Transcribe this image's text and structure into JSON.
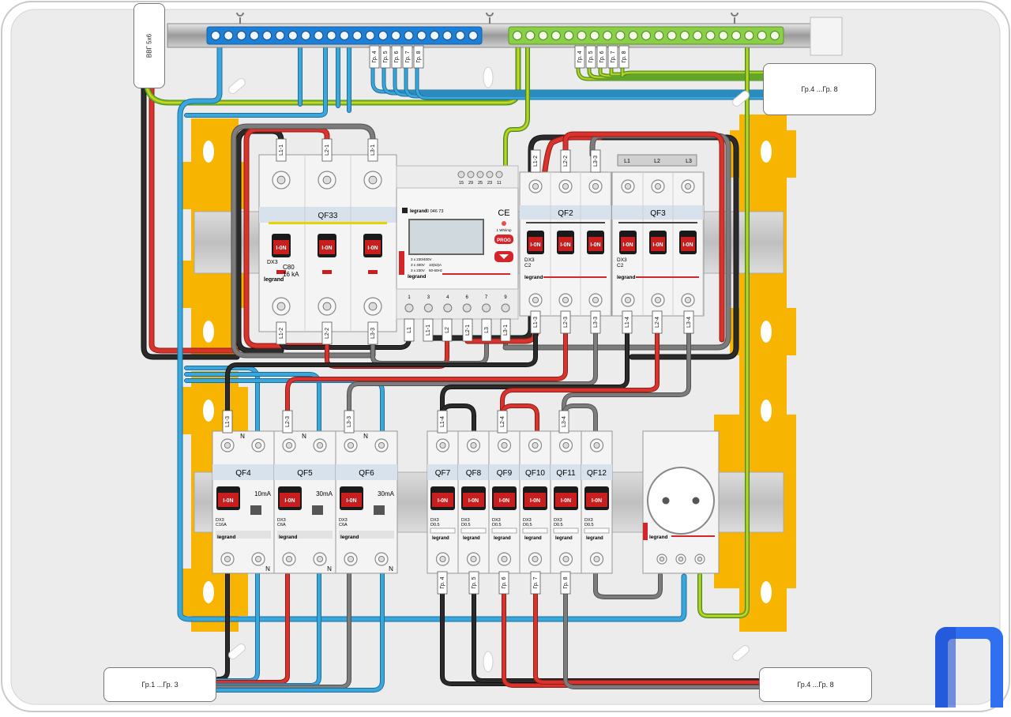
{
  "cable_tag": "ВВГ 5х6",
  "callouts": {
    "top_right": "Гр.4 ...Гр. 8",
    "bottom_left": "Гр.1 ...Гр. 3",
    "bottom_right": "Гр.4 ...Гр. 8"
  },
  "top_wire_tags": [
    "Гр. 4",
    "Гр. 5",
    "Гр. 6",
    "Гр. 7",
    "Гр. 8"
  ],
  "meter": {
    "brand": "legrand",
    "model": "0 046 73",
    "terminals_top": [
      "15",
      "29",
      "25",
      "23",
      "11"
    ],
    "terminals_bottom": [
      "1",
      "3",
      "4",
      "6",
      "7",
      "9"
    ],
    "rate": "1 Wh/imp",
    "prog_label": "PROG",
    "ce": "CE",
    "specs": [
      "3 x 230/400V",
      "3 x 400V",
      "3 x 230V",
      "10(63)A",
      "50-60Hz"
    ]
  },
  "breakers": {
    "qf33": {
      "name": "QF33",
      "line1": "C80",
      "line2": "16 kA",
      "sub": "DX3",
      "brand": "legrand",
      "handle": "I-0N"
    },
    "qf2": {
      "name": "QF2",
      "sub": "DX3",
      "curve": "C2",
      "brand": "legrand",
      "handle": "I-0N"
    },
    "qf3": {
      "name": "QF3",
      "sub": "DX3",
      "curve": "C2",
      "brand": "legrand",
      "handle": "I-0N"
    },
    "rcbo": [
      {
        "name": "QF4",
        "curve": "C16A",
        "ma": "10mA",
        "sub": "DX3",
        "brand": "legrand",
        "handle": "I-0N"
      },
      {
        "name": "QF5",
        "curve": "C6A",
        "ma": "30mA",
        "sub": "DX3",
        "brand": "legrand",
        "handle": "I-0N"
      },
      {
        "name": "QF6",
        "curve": "C6A",
        "ma": "30mA",
        "sub": "DX3",
        "brand": "legrand",
        "handle": "I-0N"
      }
    ],
    "small": [
      {
        "name": "QF7",
        "curve": "D0.5",
        "sub": "DX3",
        "brand": "legrand",
        "handle": "I-0N"
      },
      {
        "name": "QF8",
        "curve": "D0.5",
        "sub": "DX3",
        "brand": "legrand",
        "handle": "I-0N"
      },
      {
        "name": "QF9",
        "curve": "D0.5",
        "sub": "DX3",
        "brand": "legrand",
        "handle": "I-0N"
      },
      {
        "name": "QF10",
        "curve": "D0.5",
        "sub": "DX3",
        "brand": "legrand",
        "handle": "I-0N"
      },
      {
        "name": "QF11",
        "curve": "D0.5",
        "sub": "DX3",
        "brand": "legrand",
        "handle": "I-0N"
      },
      {
        "name": "QF12",
        "curve": "D0.5",
        "sub": "DX3",
        "brand": "legrand",
        "handle": "I-0N"
      }
    ]
  },
  "socket_brand": "legrand",
  "wire_tags": {
    "qf33_top": [
      "L1-1",
      "L2-1",
      "L3-1"
    ],
    "qf33_bottom": [
      "L1-2",
      "L2-2",
      "L3-3"
    ],
    "meter_bottom": [
      "L1",
      "L1-1",
      "L2",
      "L2-1",
      "L3",
      "L3-1"
    ],
    "qf2_top": [
      "L1-2",
      "L2-2",
      "L3-3"
    ],
    "qf3_top": [
      "L1",
      "L2",
      "L3"
    ],
    "qf2_bottom": [
      "L1-3",
      "L2-3",
      "L3-3"
    ],
    "qf3_bottom": [
      "L1-4",
      "L2-4",
      "L3-4"
    ],
    "rcbo_top": [
      "L1-3",
      "L2-3",
      "L3-3"
    ],
    "small_top": [
      "L1-4",
      "L2-4",
      "L3-4"
    ],
    "small_bottom": [
      "Гр. 4",
      "Гр. 5",
      "Гр. 6",
      "Гр. 7",
      "Гр. 8"
    ],
    "n": "N"
  },
  "colors": {
    "phase_black": "#2b2b2b",
    "phase_red": "#d9332b",
    "phase_grey": "#7c7c7c",
    "neutral_blue": "#3aa7dc",
    "earth_green": "#78c23a",
    "earth_yellow": "#f2d100",
    "din_yellow": "#f7b400",
    "handle_red": "#c81e1e"
  }
}
